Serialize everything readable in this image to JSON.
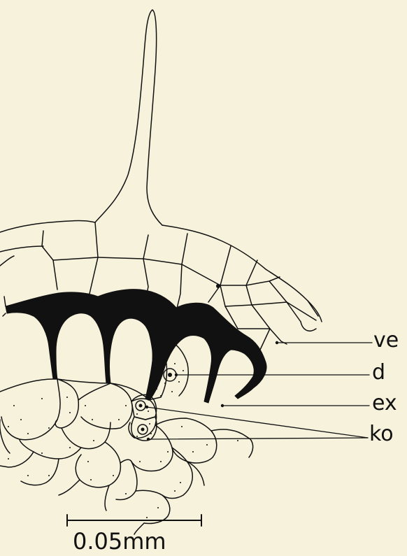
{
  "labels": {
    "ve": "ve",
    "d": "d",
    "ex": "ex",
    "ko": "ko"
  },
  "scale_bar": {
    "text": "0.05mm"
  }
}
